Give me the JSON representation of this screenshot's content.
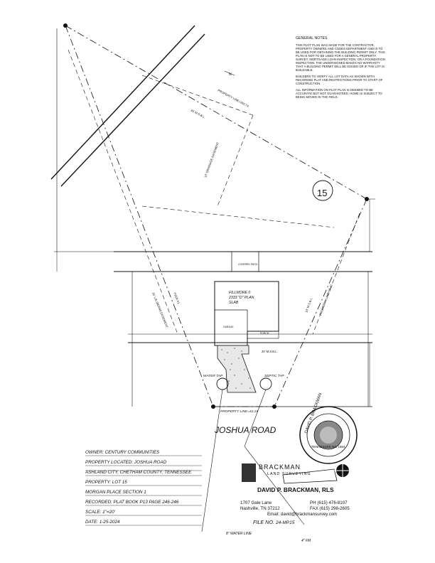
{
  "general_notes": {
    "heading": "GENERAL NOTES",
    "paragraphs": [
      "This plot plan was made for the contractor, property owners and codes department and is to be used for obtaining the building permit only. This plan is not to be used for a general property survey, mortgage loan inspection, or a foundation inspection. The undersigned makes no warranty that a building permit will be issued or if the lot is buildable.",
      "Builders to verify all lot data as shown with recorded plat and restrictions prior to start of construction.",
      "All information on plot plan is deemed to be accurate but not guaranteed. Home is subject to being moved in the field."
    ]
  },
  "lot_number": "15",
  "north_label": "N",
  "plan_labels": {
    "property_line_top": "PROPERTY LINE=260.74",
    "msbl_top": "20' M.S.B.L.",
    "drainage_easement": "15' DRAINAGE EASEMENT",
    "covered_patio": "COVERED PATIO",
    "house_name": "FILLMORE 0",
    "house_plan": "2333 \"D\" PLAN",
    "house_slab": "SLAB",
    "garage": "GARAGE",
    "porch": "PORCH",
    "landscape_easement": "15' L/S (BERM) EASEMENT",
    "tver": "TVER 51",
    "msbl_right": "10' M.S.B.L.",
    "property_line_right": "PROPERTY LINE=56.12",
    "msbl_front": "20' M.S.B.L.",
    "water_tap": "WATER TAP",
    "septic_tap": "SEPTIC TAP",
    "property_line_front": "PROPERTY LINE=41.15",
    "road": "JOSHUA ROAD",
    "water_line": "8\" WATER LINE",
    "force_main": "4\" FM"
  },
  "project_info": [
    "OWNER: CENTURY COMMUNITIES",
    "PROPERTY LOCATED: JOSHUA ROAD",
    "ASHLAND CITY, CHETHAM COUNTY, TENNESSEE",
    "PROPERTY: LOT 15",
    "MORGAN PLACE SECTION 1",
    "RECORDED: PLAT BOOK P13 PAGE 246-246",
    "SCALE: 1\"=20'",
    "DATE: 1-25-2024"
  ],
  "company": {
    "name": "BRACKMAN",
    "subtitle": "LAND SURVEYING",
    "surveyor": "DAVID P. BRACKMAN, RLS",
    "address1": "1707 Gale Lane",
    "address2": "Nashville, TN 37212",
    "phone": "PH (615) 476-8107",
    "fax": "FAX (615) 298-2605",
    "email": "Email: david@brackmansurvey.com",
    "file_label": "FILE NO.",
    "file_no": "24-MP15"
  },
  "seal": {
    "top_text": "DAVID P. BRACKMAN",
    "bottom_text": "TENNESSEE NO 1684"
  },
  "colors": {
    "ink": "#111111",
    "concrete_dots": "#555555"
  }
}
